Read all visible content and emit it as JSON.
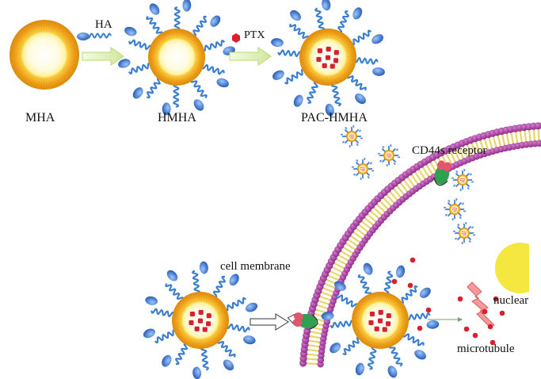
{
  "labels": {
    "mha": "MHA",
    "hmha": "HMHA",
    "pac_hmha": "PAC-HMHA",
    "ha": "HA",
    "ptx": "PTX",
    "cd44s_receptor": "CD44s receptor",
    "cell_membrane": "cell membrane",
    "nuclear": "nuclear",
    "microtubule": "microtubule"
  },
  "colors": {
    "shell_orange": "#f0a21a",
    "core_yellow": "#fff6a0",
    "ha_chain_blue": "#3a7fcf",
    "ha_head_blue": "#2f6fc8",
    "drug_red": "#d8212f",
    "membrane_head_purple": "#a23a9c",
    "membrane_tail_yellow": "#f3e58a",
    "receptor_green": "#2fa050",
    "receptor_pink": "#e0566f",
    "nucleus_yellow": "#f6e640",
    "microtubule_red": "#ef6f6f",
    "arrow_green": "#d6f0a0"
  }
}
